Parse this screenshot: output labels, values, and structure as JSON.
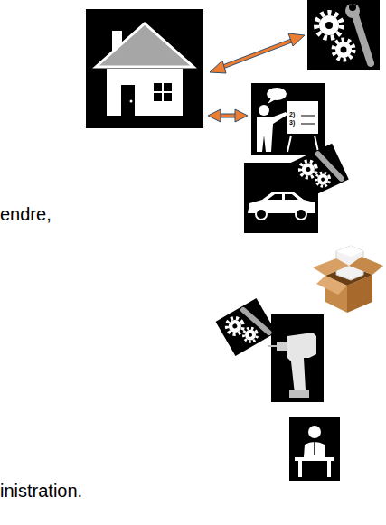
{
  "diagram": {
    "labels": [
      "endre,",
      "inistration.",
      "2)",
      "3)"
    ]
  }
}
